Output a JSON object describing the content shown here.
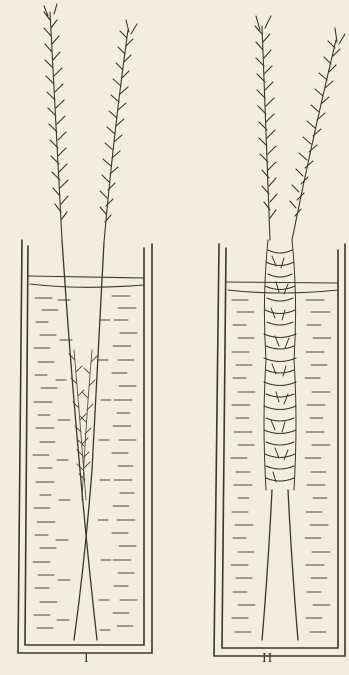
{
  "figure": {
    "panels": [
      {
        "id": "I",
        "label": "I"
      },
      {
        "id": "II",
        "label": "II"
      }
    ],
    "colors": {
      "paper": "#f2eedf",
      "ink": "#3a362c"
    }
  }
}
